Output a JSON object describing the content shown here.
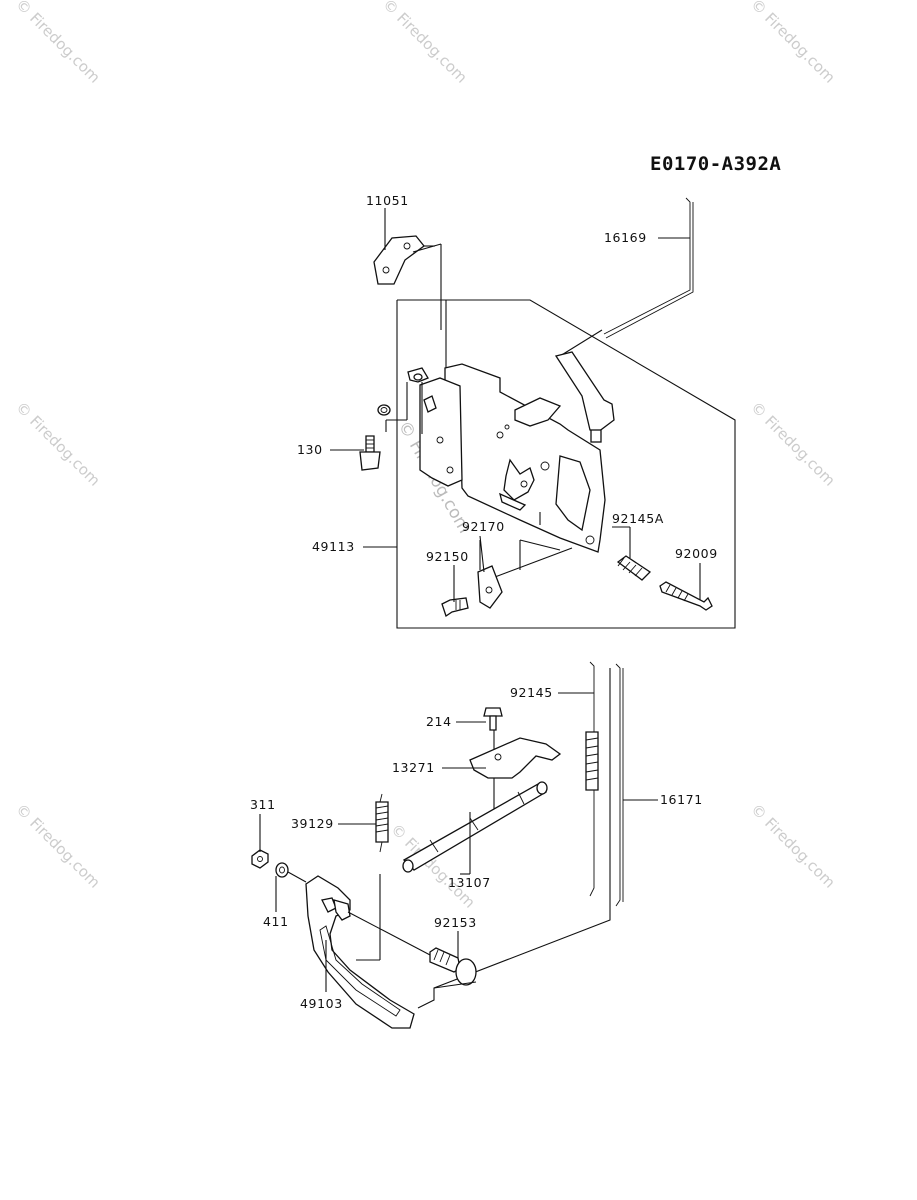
{
  "diagram": {
    "code": "E0170-A392A",
    "watermark": "Firedog.com",
    "parts": {
      "p11051": "11051",
      "p16169": "16169",
      "p130": "130",
      "p49113": "49113",
      "p92170": "92170",
      "p92145A": "92145A",
      "p92150": "92150",
      "p92009": "92009",
      "p92145": "92145",
      "p214": "214",
      "p13271": "13271",
      "p16171": "16171",
      "p311": "311",
      "p39129": "39129",
      "p13107": "13107",
      "p411": "411",
      "p92153": "92153",
      "p49103": "49103"
    }
  }
}
